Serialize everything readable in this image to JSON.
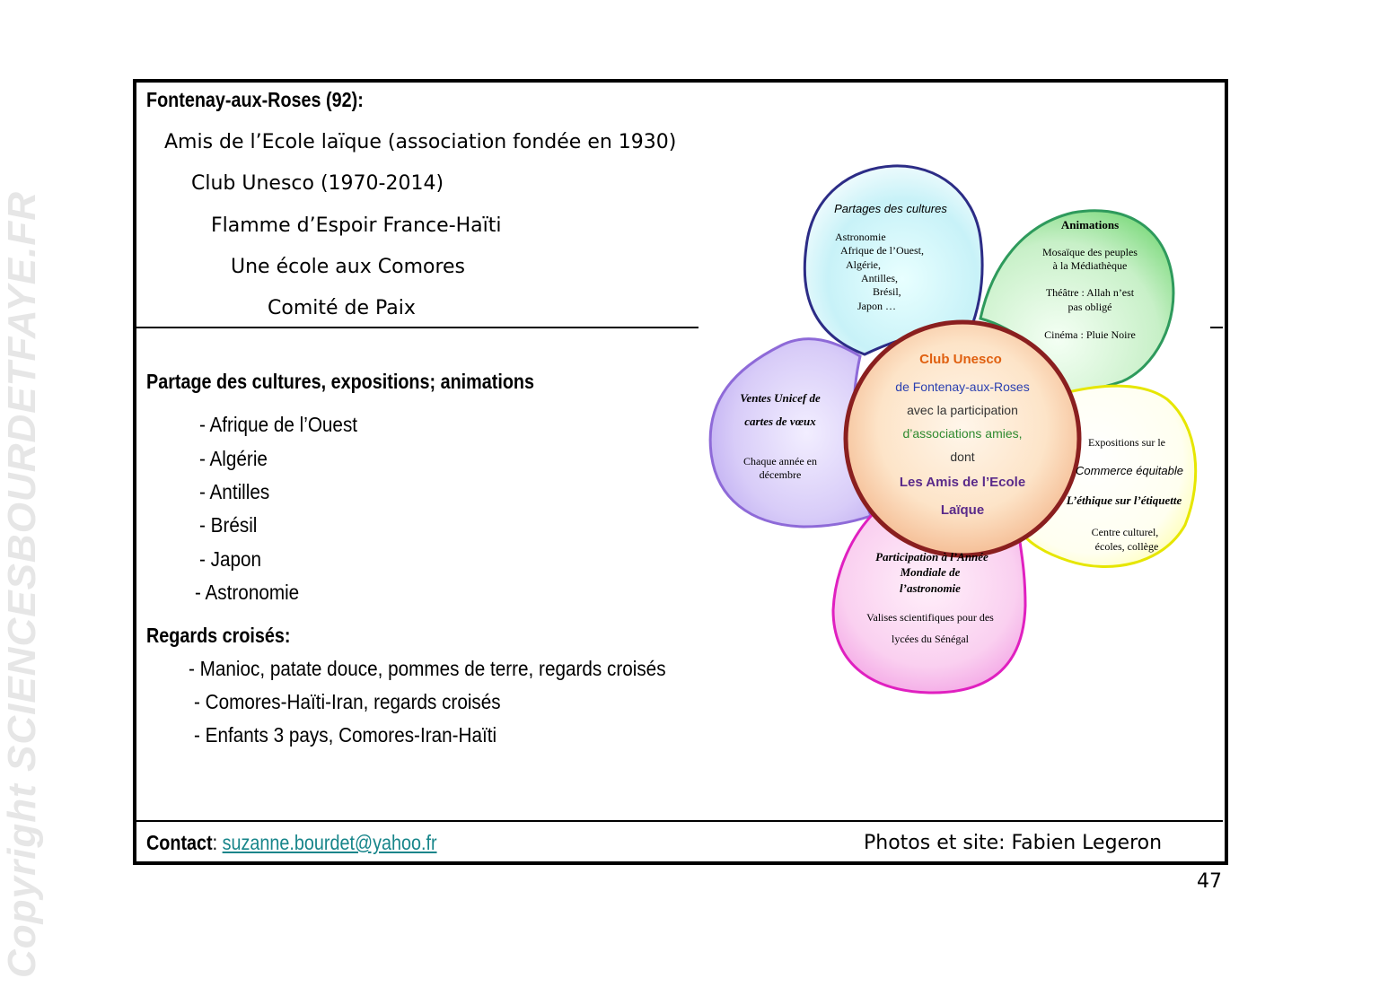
{
  "watermark": "Copyright SCIENCESBOURDETFAYE.FR",
  "header": {
    "title": "Fontenay-aux-Roses (92):",
    "lines": [
      "Amis de l’Ecole laïque (association fondée en 1930)",
      "Club Unesco (1970-2014)",
      "Flamme d’Espoir France-Haïti",
      "Une école aux Comores",
      "Comité de Paix"
    ]
  },
  "section1": {
    "title": "Partage des cultures, expositions; animations",
    "items": [
      "- Afrique de l’Ouest",
      "- Algérie",
      "- Antilles",
      "- Brésil",
      "- Japon",
      "- Astronomie"
    ]
  },
  "section2": {
    "title": "Regards croisés:",
    "items": [
      "- Manioc, patate douce, pommes de terre, regards croisés",
      "- Comores-Haïti-Iran, regards croisés",
      "- Enfants 3 pays, Comores-Iran-Haïti"
    ]
  },
  "footer": {
    "contact_label": "Contact",
    "contact_sep": ":",
    "email": "suzanne.bourdet@yahoo.fr",
    "credits": "Photos et site: Fabien Legeron"
  },
  "page_number": "47",
  "flower": {
    "center": {
      "line1": "Club Unesco",
      "line2": "de Fontenay-aux-Roses",
      "line3": "avec la participation",
      "line4": "d’associations amies,",
      "line5": "dont",
      "line6": "Les Amis de l’Ecole",
      "line7": "Laïque"
    },
    "petal_top": {
      "title": "Partages des cultures",
      "lines": [
        "Astronomie",
        "Afrique de l’Ouest,",
        "Algérie,",
        "Antilles,",
        "Brésil,",
        "Japon …"
      ]
    },
    "petal_right_top": {
      "title": "Animations",
      "lines": [
        "Mosaïque des peuples",
        "à la Médiathèque",
        "Théâtre : Allah n’est",
        "pas obligé",
        "Cinéma : Pluie Noire"
      ]
    },
    "petal_left": {
      "title1": "Ventes Unicef de",
      "title2": "cartes de vœux",
      "lines": [
        "Chaque année en",
        "décembre"
      ]
    },
    "petal_right_bottom": {
      "line1": "Expositions sur le",
      "title1": "Commerce équitable",
      "title2": "L’éthique sur l’étiquette",
      "lines": [
        "Centre culturel,",
        "écoles, collège"
      ]
    },
    "petal_bottom": {
      "title1": "Participation à l’Année",
      "title2": "Mondiale de",
      "title3": "l’astronomie",
      "lines": [
        "Valises scientifiques pour des",
        "lycées du Sénégal"
      ]
    },
    "colors": {
      "top": "#2c2c86",
      "right_top": "#2e9a5c",
      "left": "#8e6ad8",
      "right_bottom": "#e6e600",
      "bottom": "#e020c0",
      "center_border": "#8a1f1f",
      "center_title": "#e06010",
      "center_blue": "#2a3fb0",
      "center_green": "#2f8a2f",
      "center_purple": "#5a2a8a"
    }
  }
}
